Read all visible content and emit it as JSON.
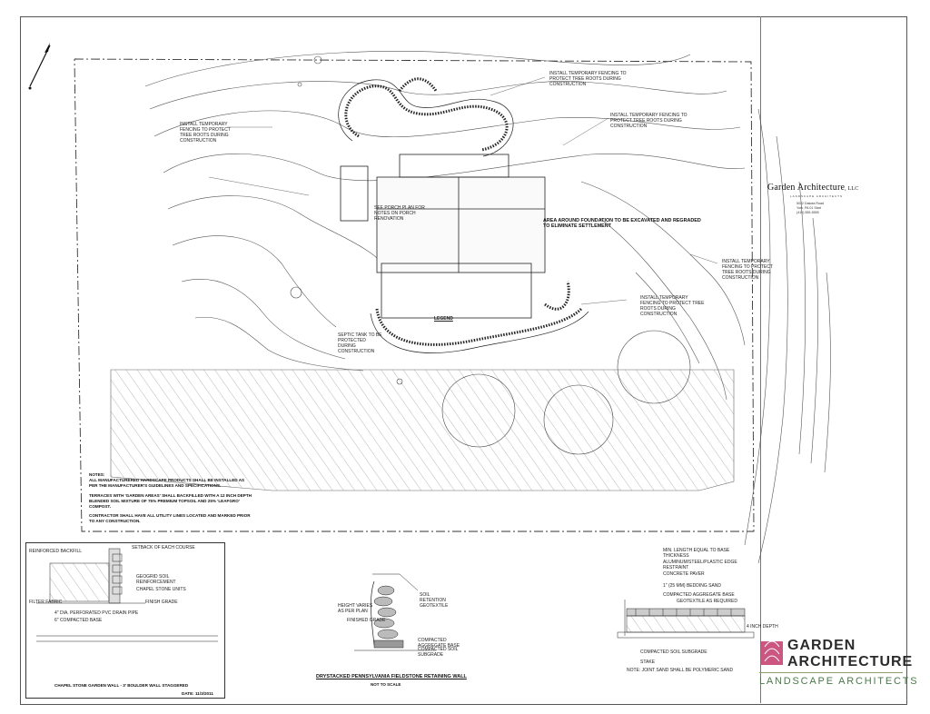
{
  "firm_small": {
    "name": "Garden Architecture",
    "suffix": ", LLC",
    "tagline": "Landscape Architects",
    "address_line1": "5022 Dakota Road",
    "address_line2": "York, PA 01 Start",
    "phone": "(410) 555-5555"
  },
  "logo": {
    "line1": "GARDEN",
    "line2": "ARCHITECTURE",
    "subtitle": "LANDSCAPE ARCHITECTS",
    "colors": {
      "mark": "#c23a6a",
      "subtitle": "#4a7a4a",
      "rule": "#8aa06a"
    }
  },
  "general_notes": {
    "heading": "Notes:",
    "items": [
      "All manufacturered hardscape products shall be installed as per the manufacturer's guidelines and specifications.",
      "Terraces with 'garden areas' shall backfilled with a 12 inch depth blended soil mixture of 75% premium topsoil and 25% 'Leafgro' compost.",
      "Contractor shall have all utility lines located and marked prior to any construction."
    ]
  },
  "plan_notes": {
    "area_foundation": "Area around foundation to be excavated and regraded to eliminate settlement",
    "fence_ne": "Install temporary fencing to protect tree roots during construction",
    "fence_e": "Install temporary fencing to protect tree roots during construction",
    "fence_far_e": "Install temporary fencing to protect tree roots during construction",
    "fence_w": "Install temporary fencing to protect tree roots during construction",
    "fence_se": "Install temporary fencing to protect tree roots during construction",
    "septic": "Septic tank to be protected during construction",
    "legend": "Legend",
    "porch": "See porch plan for notes on porch renovation"
  },
  "details": {
    "garden_wall": {
      "title": "Chapel Stone Garden Wall - 3' Boulder Wall Staggered",
      "date_label": "Date:",
      "date": "11/3/2011",
      "labels": [
        "Reinforced Backfill",
        "Setback of each course",
        "Geogrid Soil Reinforcement",
        "Chapel Stone Units",
        "Finish Grade",
        "Filter Fabric",
        "4\" Dia. Perforated PVC Drain Pipe",
        "6\" Compacted Base"
      ]
    },
    "fieldstone_wall": {
      "title": "Drystacked Pennsylvania Fieldstone Retaining Wall",
      "subtitle": "Not to scale",
      "labels": [
        "Height varies as per plan",
        "Finished grade",
        "Soil retention geotextile",
        "Compacted aggregate base",
        "Compacted soil subgrade"
      ]
    },
    "paver": {
      "labels": [
        "Min. length equal to base thickness",
        "Aluminum/steel/plastic edge restraint",
        "Concrete paver",
        "1\" (25 mm) bedding sand",
        "Compacted aggregate base",
        "Geotextile as required",
        "Compacted soil subgrade",
        "Stake",
        "4 inch depth"
      ],
      "note": "Note: Joint sand shall be polymeric sand"
    }
  }
}
